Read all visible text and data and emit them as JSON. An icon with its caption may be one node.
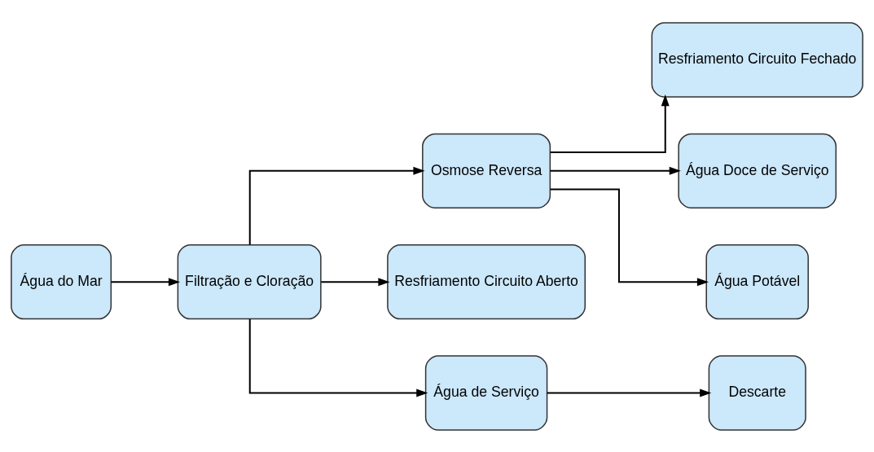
{
  "diagram": {
    "nodes": [
      {
        "text": [
          "Água do Mar"
        ]
      },
      {
        "text": [
          "Filtração e Cloração"
        ]
      },
      {
        "text": [
          "Osmose Reversa"
        ]
      },
      {
        "text": [
          "Resfriamento Circuito Fechado"
        ]
      },
      {
        "text": [
          "Resfriamento Circuito Aberto"
        ]
      },
      {
        "text": [
          "Água Doce de Serviço"
        ]
      },
      {
        "text": [
          "Água Potável"
        ]
      },
      {
        "text": [
          "Água de Serviço"
        ]
      },
      {
        "text": [
          "Descarte"
        ]
      }
    ],
    "edges": [
      {
        "from": 0,
        "to": 1,
        "arrow": "to"
      },
      {
        "from": 1,
        "to": 2,
        "arrow": "to"
      },
      {
        "from": 1,
        "to": 4,
        "arrow": "to"
      },
      {
        "from": 1,
        "to": 7,
        "arrow": "to"
      },
      {
        "from": 2,
        "to": 3,
        "arrow": "to"
      },
      {
        "from": 2,
        "to": 5,
        "arrow": "to"
      },
      {
        "from": 2,
        "to": 6,
        "arrow": "to"
      },
      {
        "from": 7,
        "to": 8,
        "arrow": "to"
      }
    ]
  }
}
